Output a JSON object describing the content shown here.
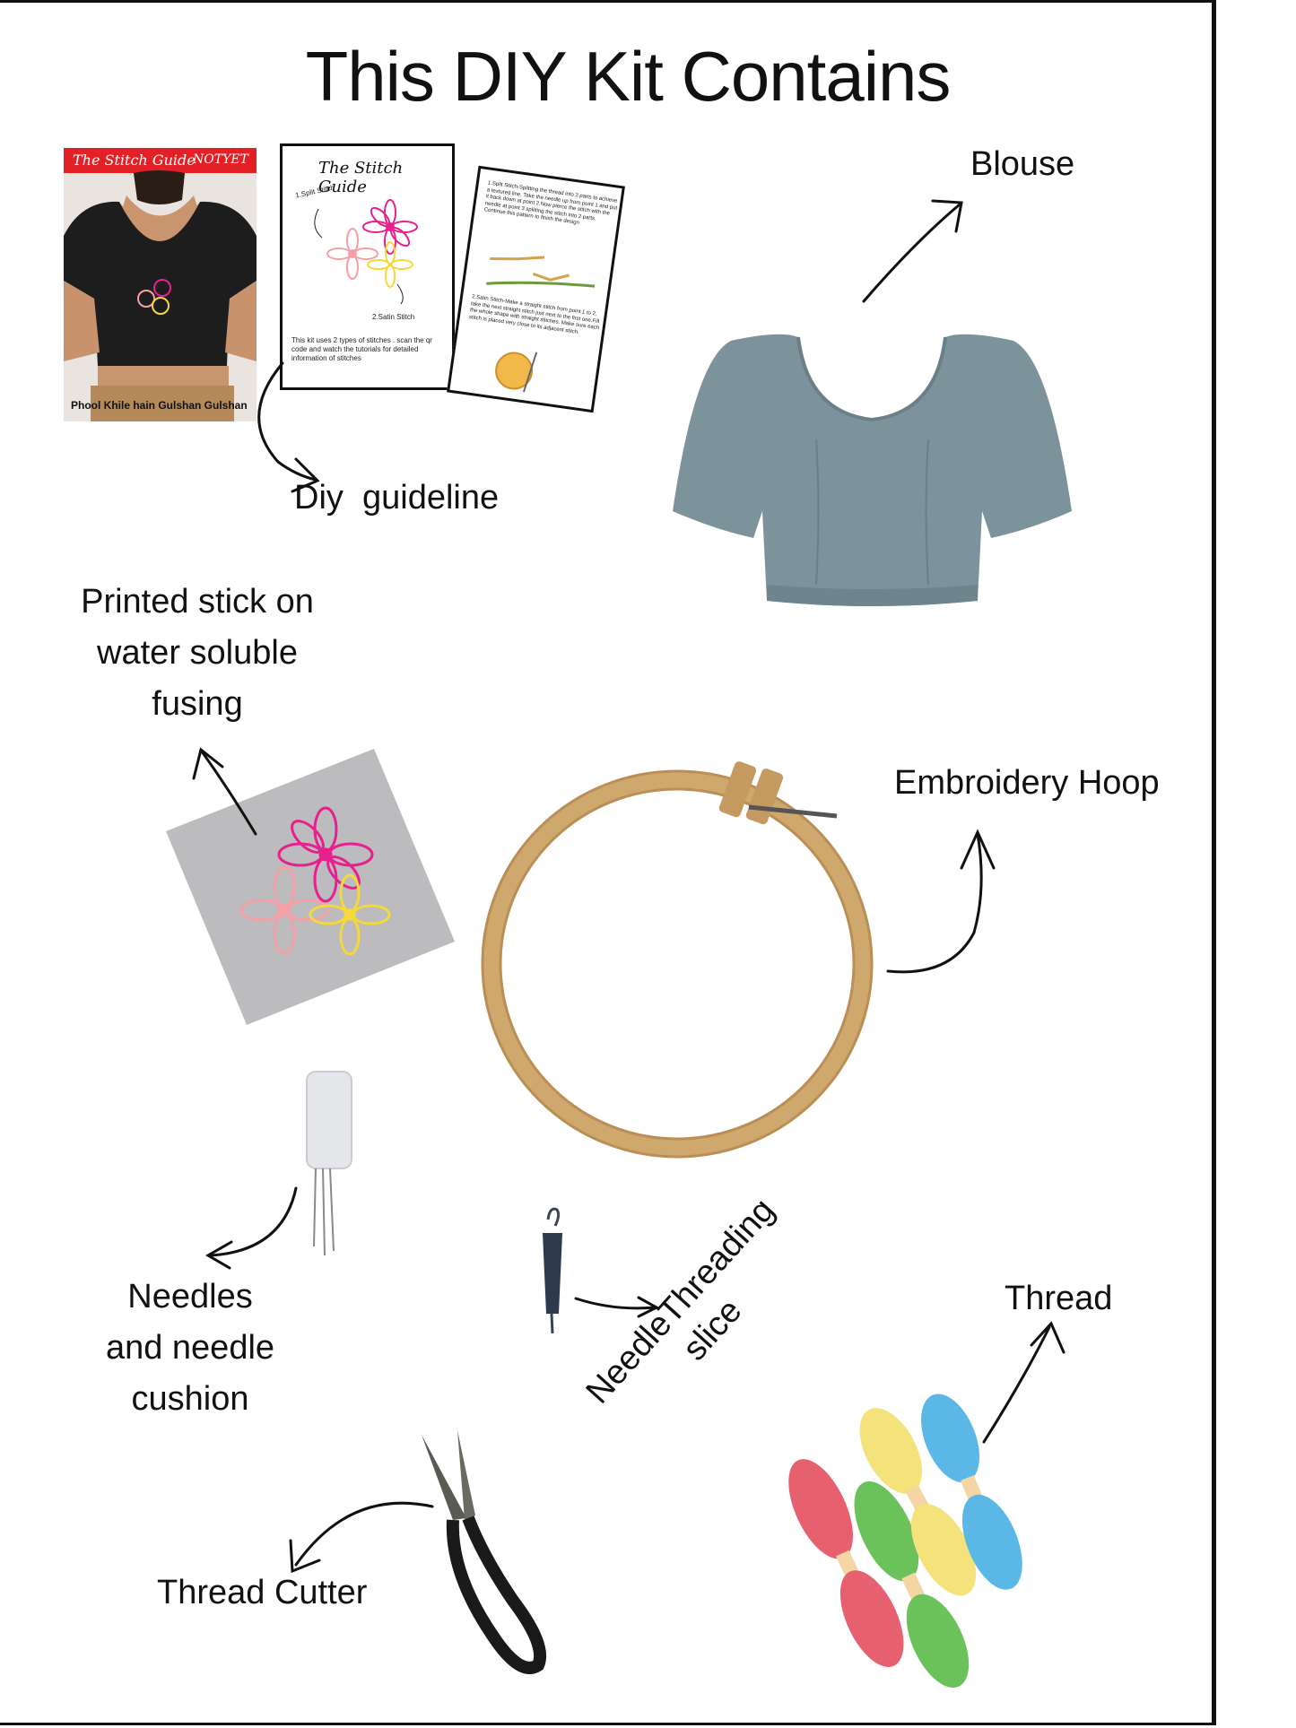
{
  "page": {
    "title": "This DIY Kit Contains"
  },
  "labels": {
    "guideline": "Diy  guideline",
    "blouse": "Blouse",
    "printed_line1": "Printed stick on",
    "printed_line2": "water soluble",
    "printed_line3": "fusing",
    "hoop": "Embroidery Hoop",
    "needles_line1": "Needles",
    "needles_line2": "and needle",
    "needles_line3": "cushion",
    "threader_line1": "NeedleThreading",
    "threader_line2": "slice",
    "thread": "Thread",
    "cutter": "Thread Cutter"
  },
  "cover": {
    "guide_title": "The Stitch Guide",
    "brand": "NOTYET",
    "caption": "Phool Khile hain Gulshan Gulshan"
  },
  "guide_sheet": {
    "title": "The Stitch Guide",
    "step1": "1.Split Stitch",
    "step2": "2.Satin Stitch",
    "note": "This kit uses 2 types of stitches . scan the qr code and watch the tutorials for detailed information of stitches"
  },
  "instruction_sheet": {
    "para1": "1.Split Stitch-Splitting the thread into 2 parts to achieve a textured line. Take the needle up from point 1 and put it back down at point 2.Now pierce the stitch with the needle at point 3 splitting the stitch into 2 parts. Continue this pattern to finish the design",
    "para2": "2.Satin Stitch-Make a straight stitch from point 1 to 2. take the next straight stitch just next to the first one.Fill the whole shape with straight stitches. Make sure each stitch is placed very close to its adjacent stitch."
  },
  "colors": {
    "blouse": "#7d939c",
    "hoop": "#cfa86e",
    "fabric": "#bcbcbf",
    "flower_pink": "#e8208d",
    "flower_peach": "#f4a0a6",
    "flower_yellow": "#f5d83a",
    "cover_red": "#e32025",
    "thread_red": "#e6606f",
    "thread_green": "#6cc25a",
    "thread_yellow": "#f4e37a",
    "thread_blue": "#5ab7e6"
  },
  "icons": {
    "arrows": "curved-arrow-icon",
    "scissors": "thread-cutter-icon",
    "threader": "needle-threader-icon",
    "needle": "needle-cushion-icon"
  }
}
